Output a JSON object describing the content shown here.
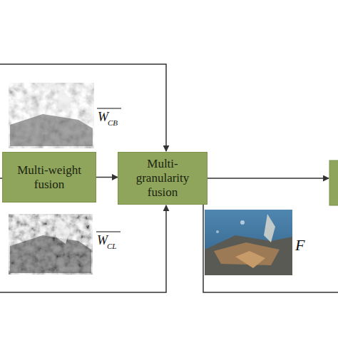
{
  "diagram": {
    "nodes": [
      {
        "text": [
          "Multi-weight fusion"
        ]
      },
      {
        "text": [
          "Multi-granularity fusion"
        ]
      }
    ],
    "edges": [
      {
        "from": 0,
        "to": 1,
        "arrow": "to"
      }
    ],
    "labels": [
      "W",
      "CB",
      "W",
      "CL",
      "F"
    ]
  }
}
